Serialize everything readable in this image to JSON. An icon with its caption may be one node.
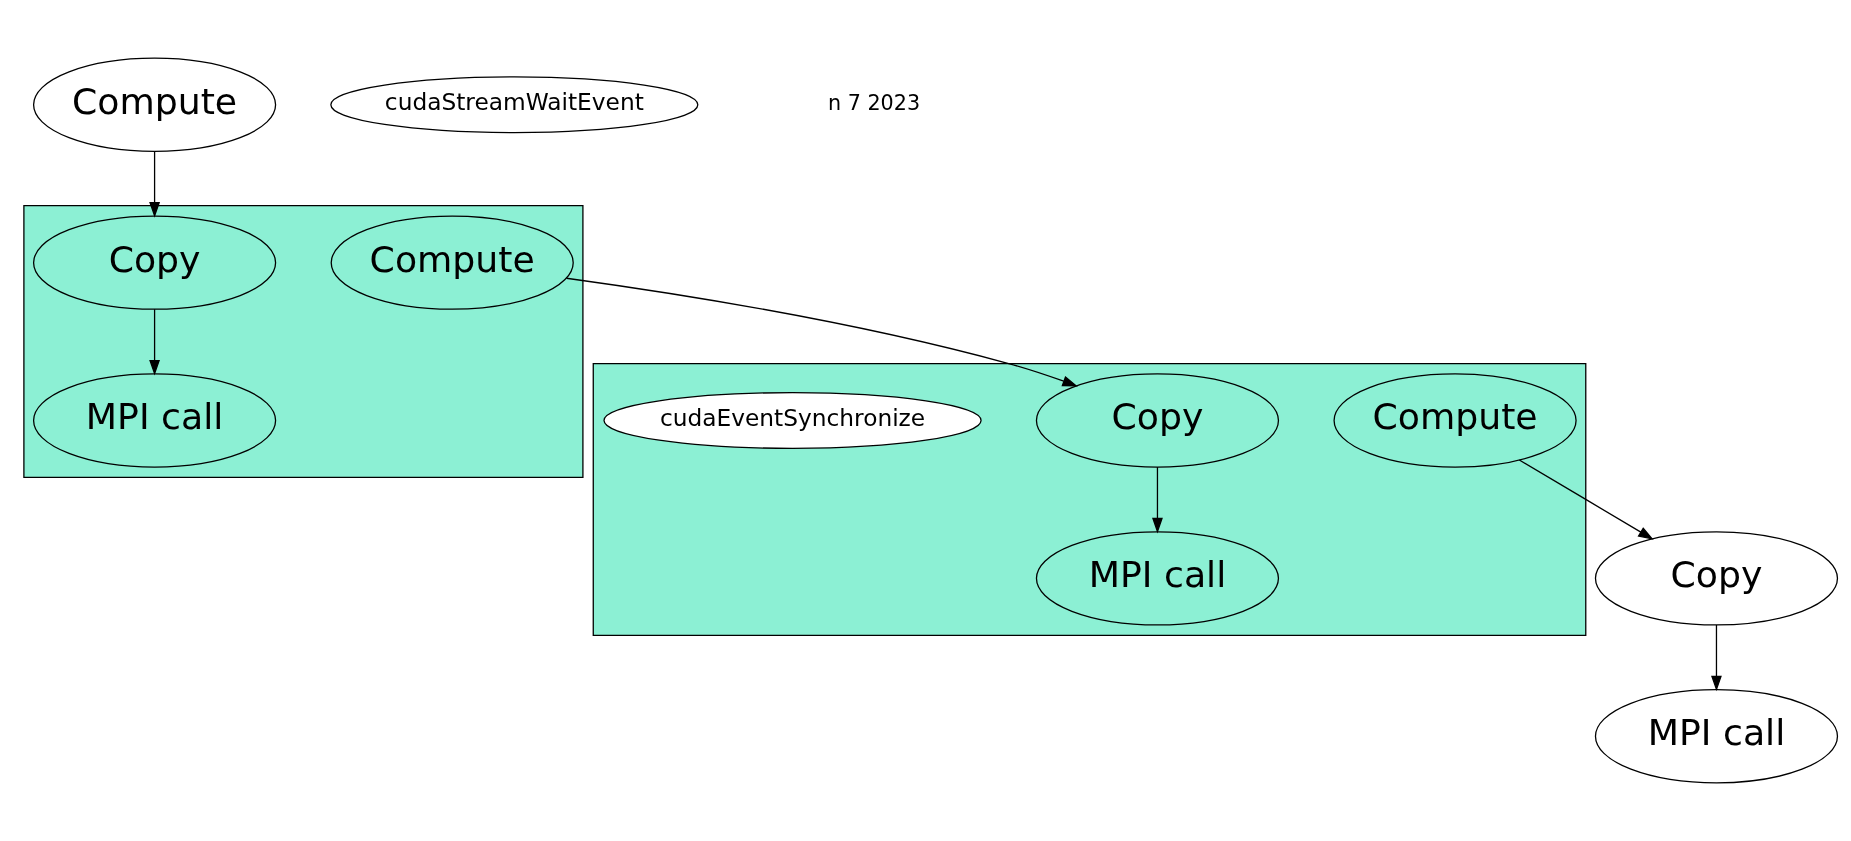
{
  "diagram": {
    "nodes": [
      {
        "text": [
          "Compute"
        ]
      },
      {
        "text": [],
        "shape": "box"
      },
      {
        "text": [
          "Copy"
        ],
        "in": 1
      },
      {
        "text": [
          "MPI call"
        ],
        "in": 1
      },
      {
        "text": [
          "Compute"
        ],
        "in": 1
      },
      {
        "text": [],
        "shape": "box"
      },
      {
        "text": [
          "MPI call"
        ],
        "in": 5
      },
      {
        "text": [
          "Copy"
        ],
        "in": 5
      },
      {
        "text": [
          "Compute"
        ],
        "in": 5
      },
      {
        "text": [
          "cudaEventSynchronize"
        ],
        "in": 5
      },
      {
        "text": [
          "cudaStreamWaitEvent"
        ]
      },
      {
        "text": [
          "Copy"
        ]
      },
      {
        "text": [
          "MPI call"
        ]
      }
    ],
    "edges": [
      {
        "from": 0,
        "to": 2,
        "arrow": "to"
      },
      {
        "from": 2,
        "to": 3,
        "arrow": "to"
      },
      {
        "from": 4,
        "to": 7,
        "arrow": "to"
      },
      {
        "from": 7,
        "to": 6,
        "arrow": "to"
      },
      {
        "from": 8,
        "to": 11,
        "arrow": "to"
      },
      {
        "from": 11,
        "to": 12,
        "arrow": "to"
      }
    ],
    "labels": [
      "n 7 2023"
    ]
  }
}
